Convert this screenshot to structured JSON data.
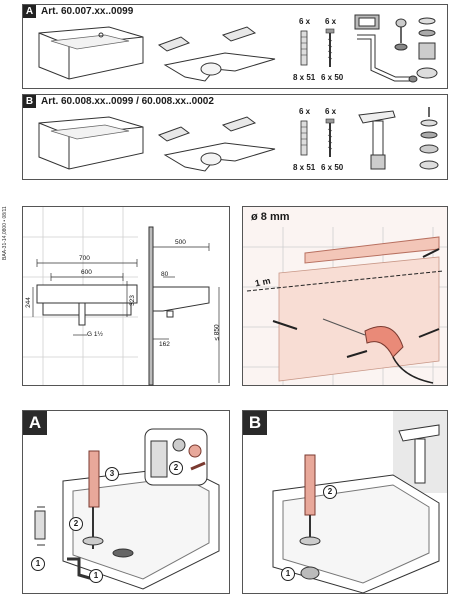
{
  "kits": [
    {
      "label": "A",
      "article": "Art. 60.007.xx..0099",
      "screw_qty": [
        "6 x",
        "6 x"
      ],
      "screw_size": [
        "8 x 51",
        "6 x 50"
      ]
    },
    {
      "label": "B",
      "article": "Art. 60.008.xx..0099 / 60.008.xx..0002",
      "screw_qty": [
        "6 x",
        "6 x"
      ],
      "screw_size": [
        "8 x 51",
        "6 x 50"
      ]
    }
  ],
  "dimensions": {
    "code": "BAA-31-14,0800 • 08/11",
    "width_outer": "700",
    "width_inner": "600",
    "height_left": "244",
    "height_right": "323",
    "drain_size": "G 1½",
    "depth": "500",
    "offset_top": "80",
    "offset_bottom": "162",
    "mount_height": "≤ 850"
  },
  "drill": {
    "label": "ø 8 mm",
    "height_mark": "1 m"
  },
  "steps": {
    "a": {
      "label": "A",
      "callouts": [
        "1",
        "2",
        "3",
        "1",
        "2"
      ]
    },
    "b": {
      "label": "B",
      "callouts": [
        "1",
        "2"
      ]
    }
  }
}
